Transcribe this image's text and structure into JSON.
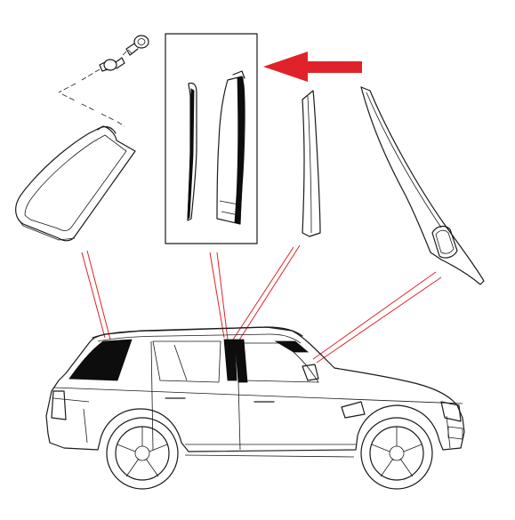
{
  "diagram": {
    "accent_color": "#e0222a",
    "line_color": "#1a1a1a",
    "fill_color": "#0d0d0d",
    "callout_arrow": {
      "direction": "left",
      "points_to": "b-pillar-trim-panels"
    },
    "components": [
      {
        "id": "retaining-clips",
        "icon": "push-clip-fastener"
      },
      {
        "id": "rear-quarter-glass-trim",
        "icon": "d-pillar-panel"
      },
      {
        "id": "b-pillar-trim-panels",
        "icon": "pillar-trim-pair",
        "highlighted": true
      },
      {
        "id": "c-pillar-trim",
        "icon": "pillar-trim"
      },
      {
        "id": "a-pillar-mirror-trim",
        "icon": "mirror-sail-trim"
      }
    ],
    "vehicle": {
      "icon": "suv-side-view",
      "body_color": "#ffffff"
    }
  }
}
